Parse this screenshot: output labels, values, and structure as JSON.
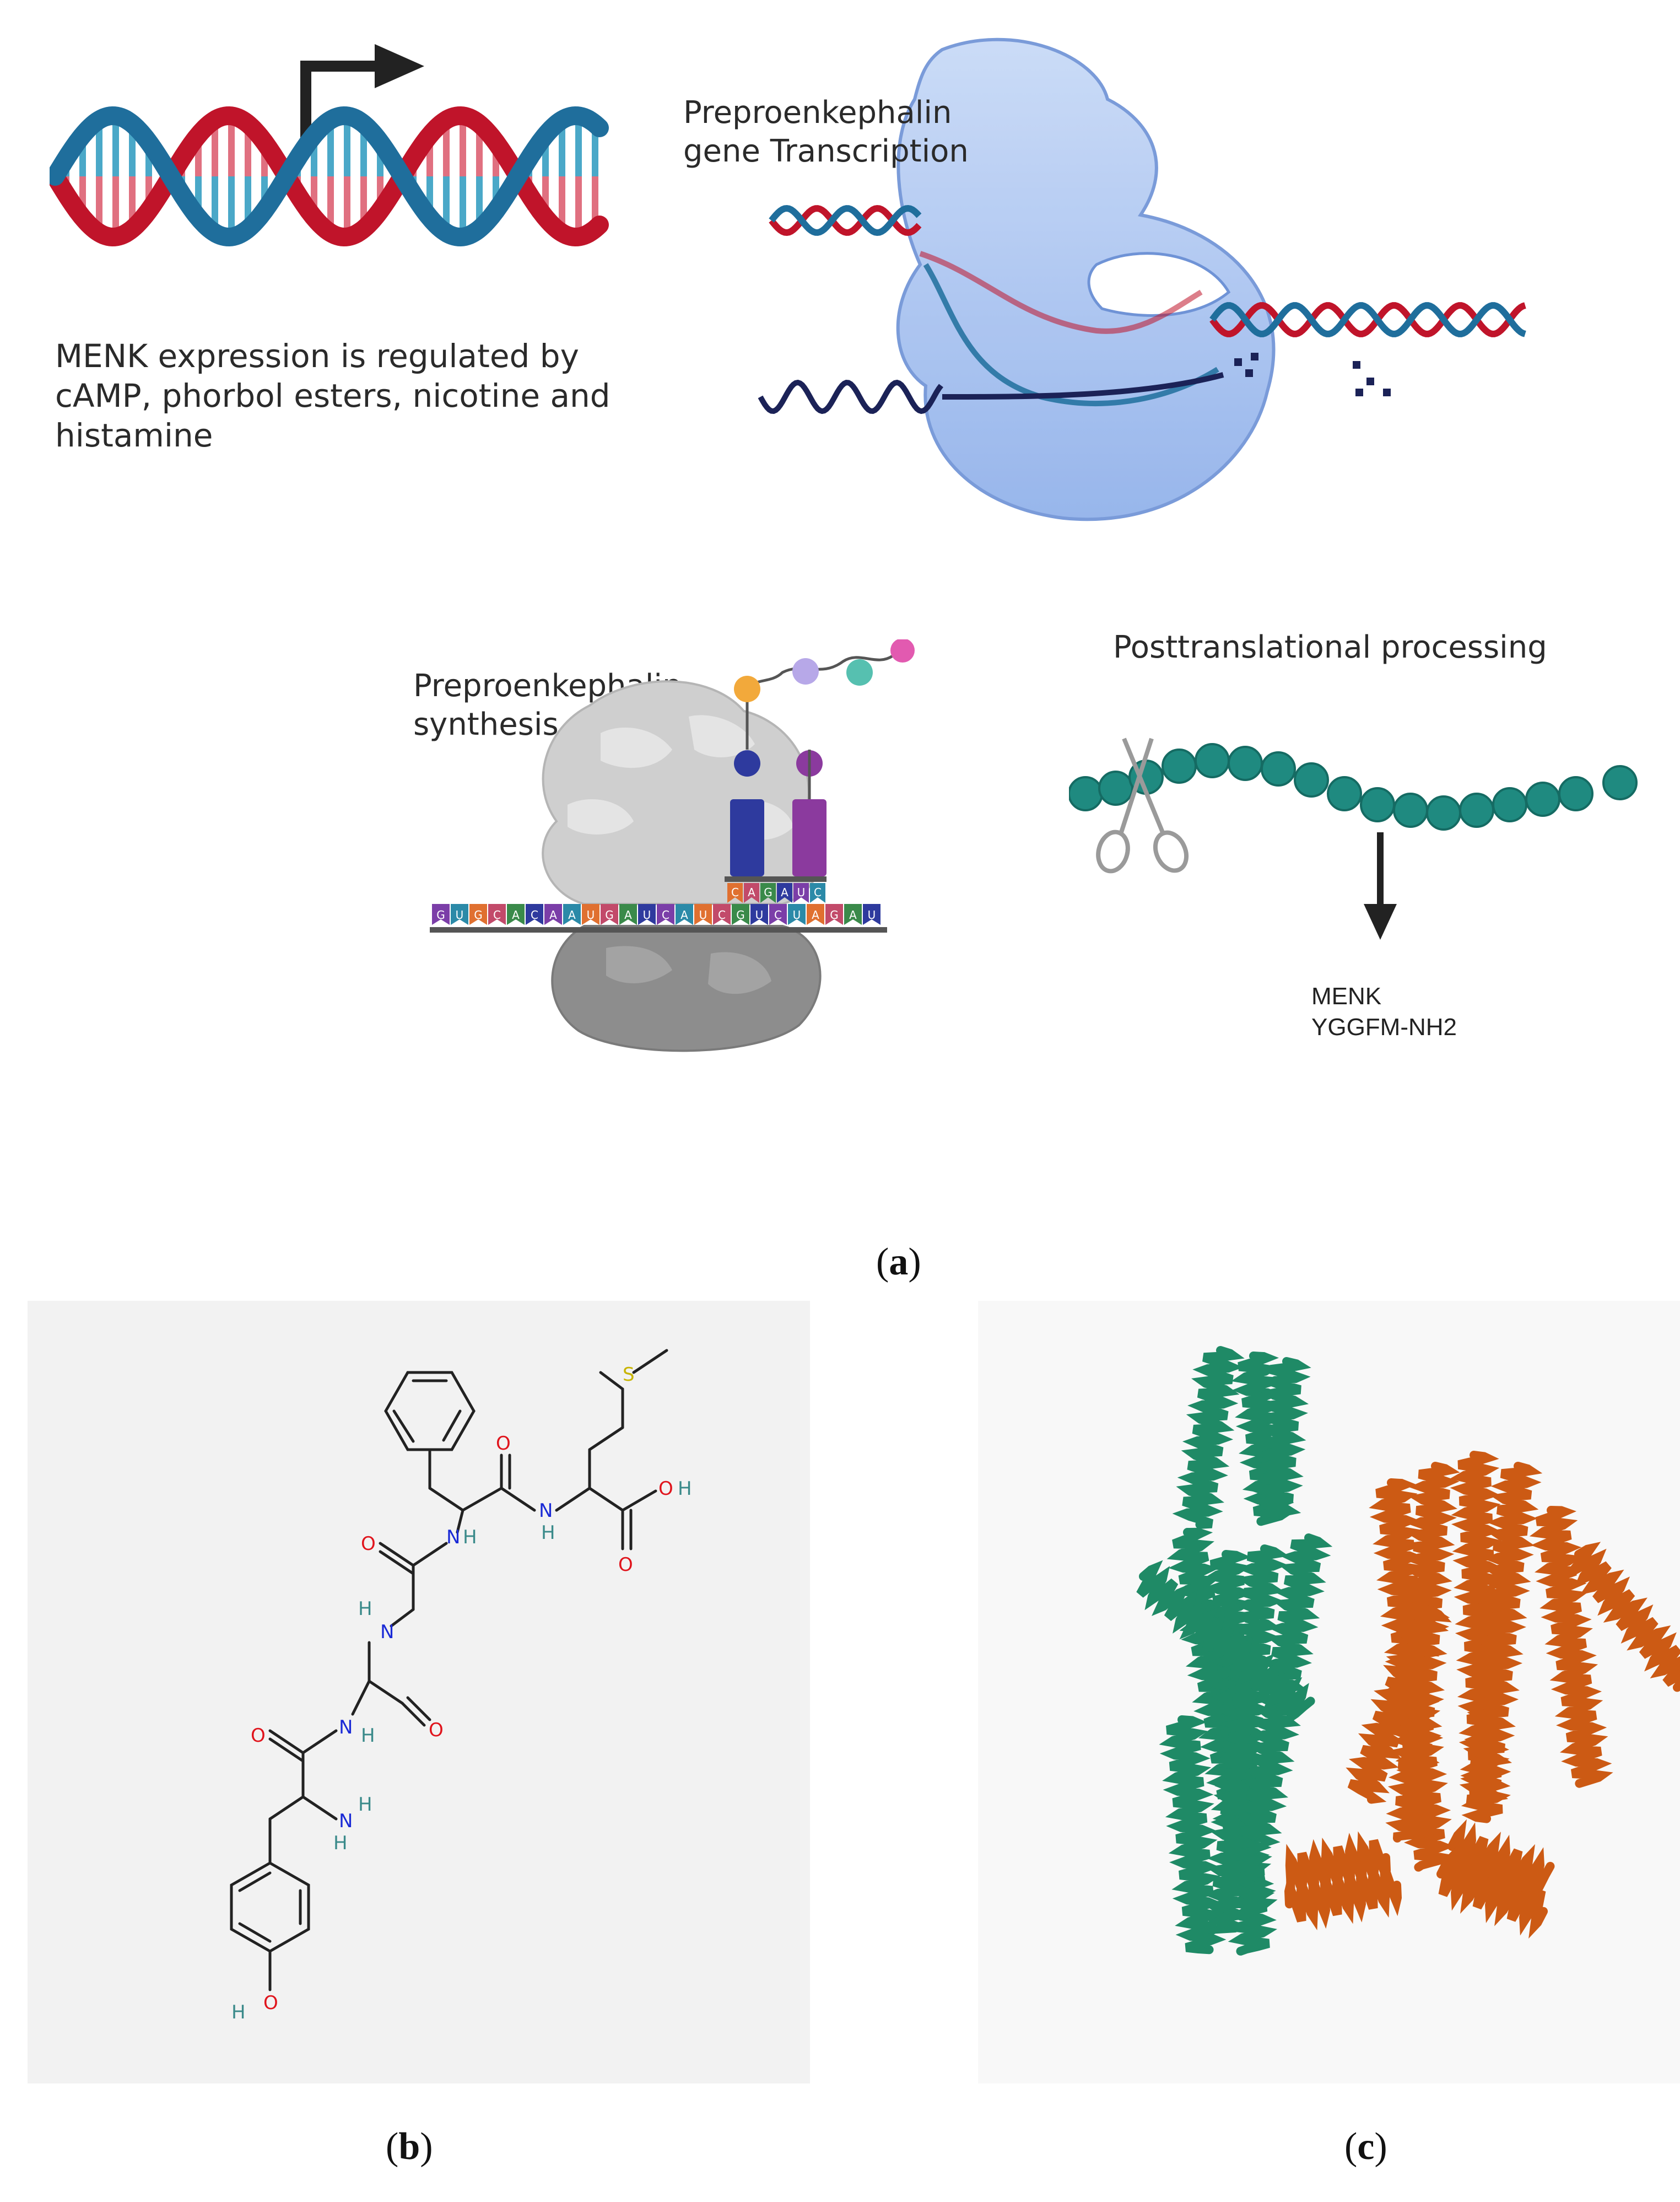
{
  "panel_a": {
    "dna_note": "MENK expression is regulated by\ncAMP, phorbol esters, nicotine and\nhistamine",
    "transcription_label": "Preproenkephalin\ngene Transcription",
    "synthesis_label": "Preproenkephalin\nsynthesis",
    "processing_label": "Posttranslational processing",
    "product_label": "MENK\nYGGFM-NH2",
    "codons": [
      "G",
      "U",
      "G",
      "C",
      "A",
      "C",
      "A",
      "A",
      "U",
      "G",
      "A",
      "U",
      "C",
      "A",
      "U",
      "C",
      "G",
      "U",
      "C",
      "U",
      "A",
      "G",
      "A",
      "U"
    ],
    "anticodons_left": [
      "C",
      "A",
      "G"
    ],
    "anticodons_right": [
      "A",
      "U",
      "C"
    ],
    "caption": "a"
  },
  "panel_b": {
    "atoms": {
      "S": "S",
      "O": "O",
      "N": "N",
      "H": "H",
      "NH": "N",
      "OH": "O"
    },
    "caption": "b"
  },
  "panel_c": {
    "caption": "c"
  },
  "colors": {
    "dna_red": "#c0142a",
    "dna_blue": "#1f6e9c",
    "polymerase": "#a9c4f0",
    "ribosome": "#9a9a9a",
    "bead": "#1f8a80",
    "helix_green": "#1f8a66",
    "helix_orange": "#cc5a14"
  }
}
